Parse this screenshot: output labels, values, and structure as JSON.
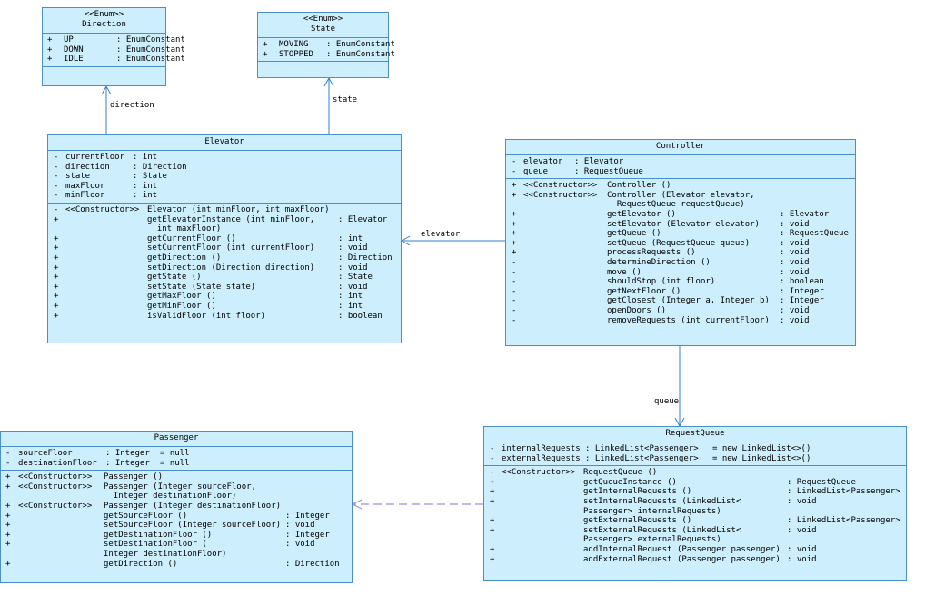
{
  "labels": {
    "direction": "direction",
    "state": "state",
    "elevator": "elevator",
    "queue": "queue"
  },
  "direction_enum": {
    "stereotype": "<<Enum>>",
    "name": "Direction",
    "attrs": [
      [
        "+",
        "UP",
        ": EnumConstant"
      ],
      [
        "+",
        "DOWN",
        ": EnumConstant"
      ],
      [
        "+",
        "IDLE",
        ": EnumConstant"
      ]
    ]
  },
  "state_enum": {
    "stereotype": "<<Enum>>",
    "name": "State",
    "attrs": [
      [
        "+",
        "MOVING",
        ": EnumConstant"
      ],
      [
        "+",
        "STOPPED",
        ": EnumConstant"
      ]
    ]
  },
  "elevator": {
    "name": "Elevator",
    "attrs": [
      [
        "-",
        "currentFloor",
        ": int"
      ],
      [
        "-",
        "direction",
        ": Direction"
      ],
      [
        "-",
        "state",
        ": State"
      ],
      [
        "-",
        "maxFloor",
        ": int"
      ],
      [
        "-",
        "minFloor",
        ": int"
      ]
    ],
    "ops": [
      [
        "-",
        "<<Constructor>>",
        "Elevator (int minFloor, int maxFloor)",
        ""
      ],
      [
        "+",
        "",
        "getElevatorInstance (int minFloor,",
        ": Elevator"
      ],
      [
        "",
        "",
        "  int maxFloor)",
        ""
      ],
      [
        "+",
        "",
        "getCurrentFloor ()",
        ": int"
      ],
      [
        "+",
        "",
        "setCurrentFloor (int currentFloor)",
        ": void"
      ],
      [
        "+",
        "",
        "getDirection ()",
        ": Direction"
      ],
      [
        "+",
        "",
        "setDirection (Direction direction)",
        ": void"
      ],
      [
        "+",
        "",
        "getState ()",
        ": State"
      ],
      [
        "+",
        "",
        "setState (State state)",
        ": void"
      ],
      [
        "+",
        "",
        "getMaxFloor ()",
        ": int"
      ],
      [
        "+",
        "",
        "getMinFloor ()",
        ": int"
      ],
      [
        "+",
        "",
        "isValidFloor (int floor)",
        ": boolean"
      ]
    ]
  },
  "controller": {
    "name": "Controller",
    "attrs": [
      [
        "-",
        "elevator",
        ": Elevator"
      ],
      [
        "-",
        "queue",
        ": RequestQueue"
      ]
    ],
    "ops": [
      [
        "+",
        "<<Constructor>>",
        "Controller ()",
        ""
      ],
      [
        "+",
        "<<Constructor>>",
        "Controller (Elevator elevator,",
        ""
      ],
      [
        "",
        "",
        "  RequestQueue requestQueue)",
        ""
      ],
      [
        "+",
        "",
        "getElevator ()",
        ": Elevator"
      ],
      [
        "+",
        "",
        "setElevator (Elevator elevator)",
        ": void"
      ],
      [
        "+",
        "",
        "getQueue ()",
        ": RequestQueue"
      ],
      [
        "+",
        "",
        "setQueue (RequestQueue queue)",
        ": void"
      ],
      [
        "+",
        "",
        "processRequests ()",
        ": void"
      ],
      [
        "-",
        "",
        "determineDirection ()",
        ": void"
      ],
      [
        "-",
        "",
        "move ()",
        ": void"
      ],
      [
        "-",
        "",
        "shouldStop (int floor)",
        ": boolean"
      ],
      [
        "-",
        "",
        "getNextFloor ()",
        ": Integer"
      ],
      [
        "-",
        "",
        "getClosest (Integer a, Integer b)",
        ": Integer"
      ],
      [
        "-",
        "",
        "openDoors ()",
        ": void"
      ],
      [
        "-",
        "",
        "removeRequests (int currentFloor)",
        ": void"
      ]
    ]
  },
  "passenger": {
    "name": "Passenger",
    "attrs": [
      [
        "-",
        "sourceFloor",
        ": Integer",
        "= null"
      ],
      [
        "-",
        "destinationFloor",
        ": Integer",
        "= null"
      ]
    ],
    "ops": [
      [
        "+",
        "<<Constructor>>",
        "Passenger ()",
        ""
      ],
      [
        "+",
        "<<Constructor>>",
        "Passenger (Integer sourceFloor,",
        ""
      ],
      [
        "",
        "",
        "  Integer destinationFloor)",
        ""
      ],
      [
        "+",
        "<<Constructor>>",
        "Passenger (Integer destinationFloor)",
        ""
      ],
      [
        "+",
        "",
        "getSourceFloor ()",
        ": Integer"
      ],
      [
        "+",
        "",
        "setSourceFloor (Integer sourceFloor)",
        ": void"
      ],
      [
        "+",
        "",
        "getDestinationFloor ()",
        ": Integer"
      ],
      [
        "+",
        "",
        "setDestinationFloor (",
        ": void"
      ],
      [
        "",
        "",
        "Integer destinationFloor)",
        ""
      ],
      [
        "+",
        "",
        "getDirection ()",
        ": Direction"
      ]
    ]
  },
  "request_queue": {
    "name": "RequestQueue",
    "attrs": [
      [
        "-",
        "internalRequests",
        ": LinkedList<Passenger>",
        "= new LinkedList<>()"
      ],
      [
        "-",
        "externalRequests",
        ": LinkedList<Passenger>",
        "= new LinkedList<>()"
      ]
    ],
    "ops": [
      [
        "-",
        "<<Constructor>>",
        "RequestQueue ()",
        ""
      ],
      [
        "+",
        "",
        "getQueueInstance ()",
        ": RequestQueue"
      ],
      [
        "+",
        "",
        "getInternalRequests ()",
        ": LinkedList<Passenger>"
      ],
      [
        "+",
        "",
        "setInternalRequests (LinkedList<",
        ": void"
      ],
      [
        "",
        "",
        "Passenger> internalRequests)",
        ""
      ],
      [
        "+",
        "",
        "getExternalRequests ()",
        ": LinkedList<Passenger>"
      ],
      [
        "+",
        "",
        "setExternalRequests (LinkedList<",
        ": void"
      ],
      [
        "",
        "",
        "Passenger> externalRequests)",
        ""
      ],
      [
        "+",
        "",
        "addInternalRequest (Passenger passenger)",
        ": void"
      ],
      [
        "+",
        "",
        "addExternalRequest (Passenger passenger)",
        ": void"
      ]
    ]
  }
}
